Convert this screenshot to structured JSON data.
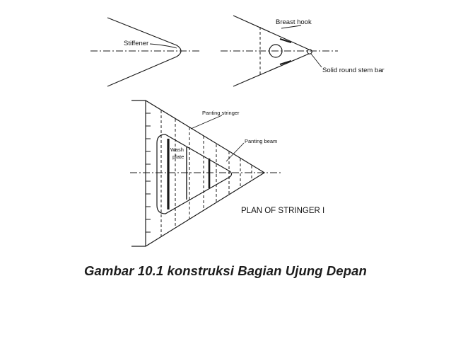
{
  "labels": {
    "stiffener": "Stiffener",
    "breast_hook": "Breast hook",
    "solid_round_stem_bar": "Solid round stem bar",
    "panting_stringer": "Panting stringer",
    "panting_beam": "Panting beam",
    "wash_plate_line1": "Wash",
    "wash_plate_line2": "plate",
    "plan_title": "PLAN OF STRINGER I"
  },
  "caption": "Gambar 10.1 konstruksi Bagian Ujung Depan",
  "colors": {
    "line": "#1a1a1a",
    "background": "#ffffff"
  }
}
